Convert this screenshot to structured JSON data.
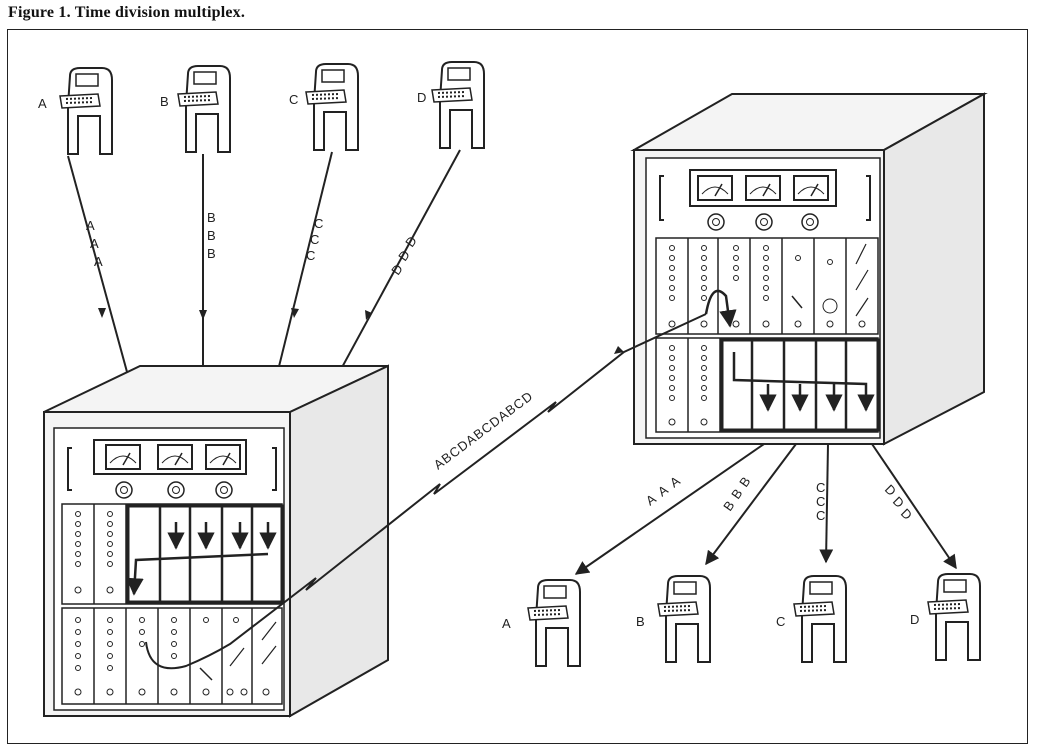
{
  "figure": {
    "caption": "Figure 1.  Time division multiplex."
  },
  "colors": {
    "ink": "#222222",
    "cabinet_side": "#e8e8e8",
    "cabinet_front": "#f4f4f4",
    "paper": "#ffffff"
  },
  "sending_terminals": [
    {
      "id": "A",
      "label": "A",
      "stream": [
        "A",
        "A",
        "A"
      ]
    },
    {
      "id": "B",
      "label": "B",
      "stream": [
        "B",
        "B",
        "B"
      ]
    },
    {
      "id": "C",
      "label": "C",
      "stream": [
        "C",
        "C",
        "C"
      ]
    },
    {
      "id": "D",
      "label": "D",
      "stream": [
        "D",
        "D",
        "D"
      ]
    }
  ],
  "receiving_terminals": [
    {
      "id": "A",
      "label": "A",
      "stream": [
        "A",
        "A",
        "A"
      ]
    },
    {
      "id": "B",
      "label": "B",
      "stream": [
        "B",
        "B",
        "B"
      ]
    },
    {
      "id": "C",
      "label": "C",
      "stream": [
        "C",
        "C",
        "C"
      ]
    },
    {
      "id": "D",
      "label": "D",
      "stream": [
        "D",
        "D",
        "D"
      ]
    }
  ],
  "link": {
    "stream": "ABCDABCDABCD"
  }
}
